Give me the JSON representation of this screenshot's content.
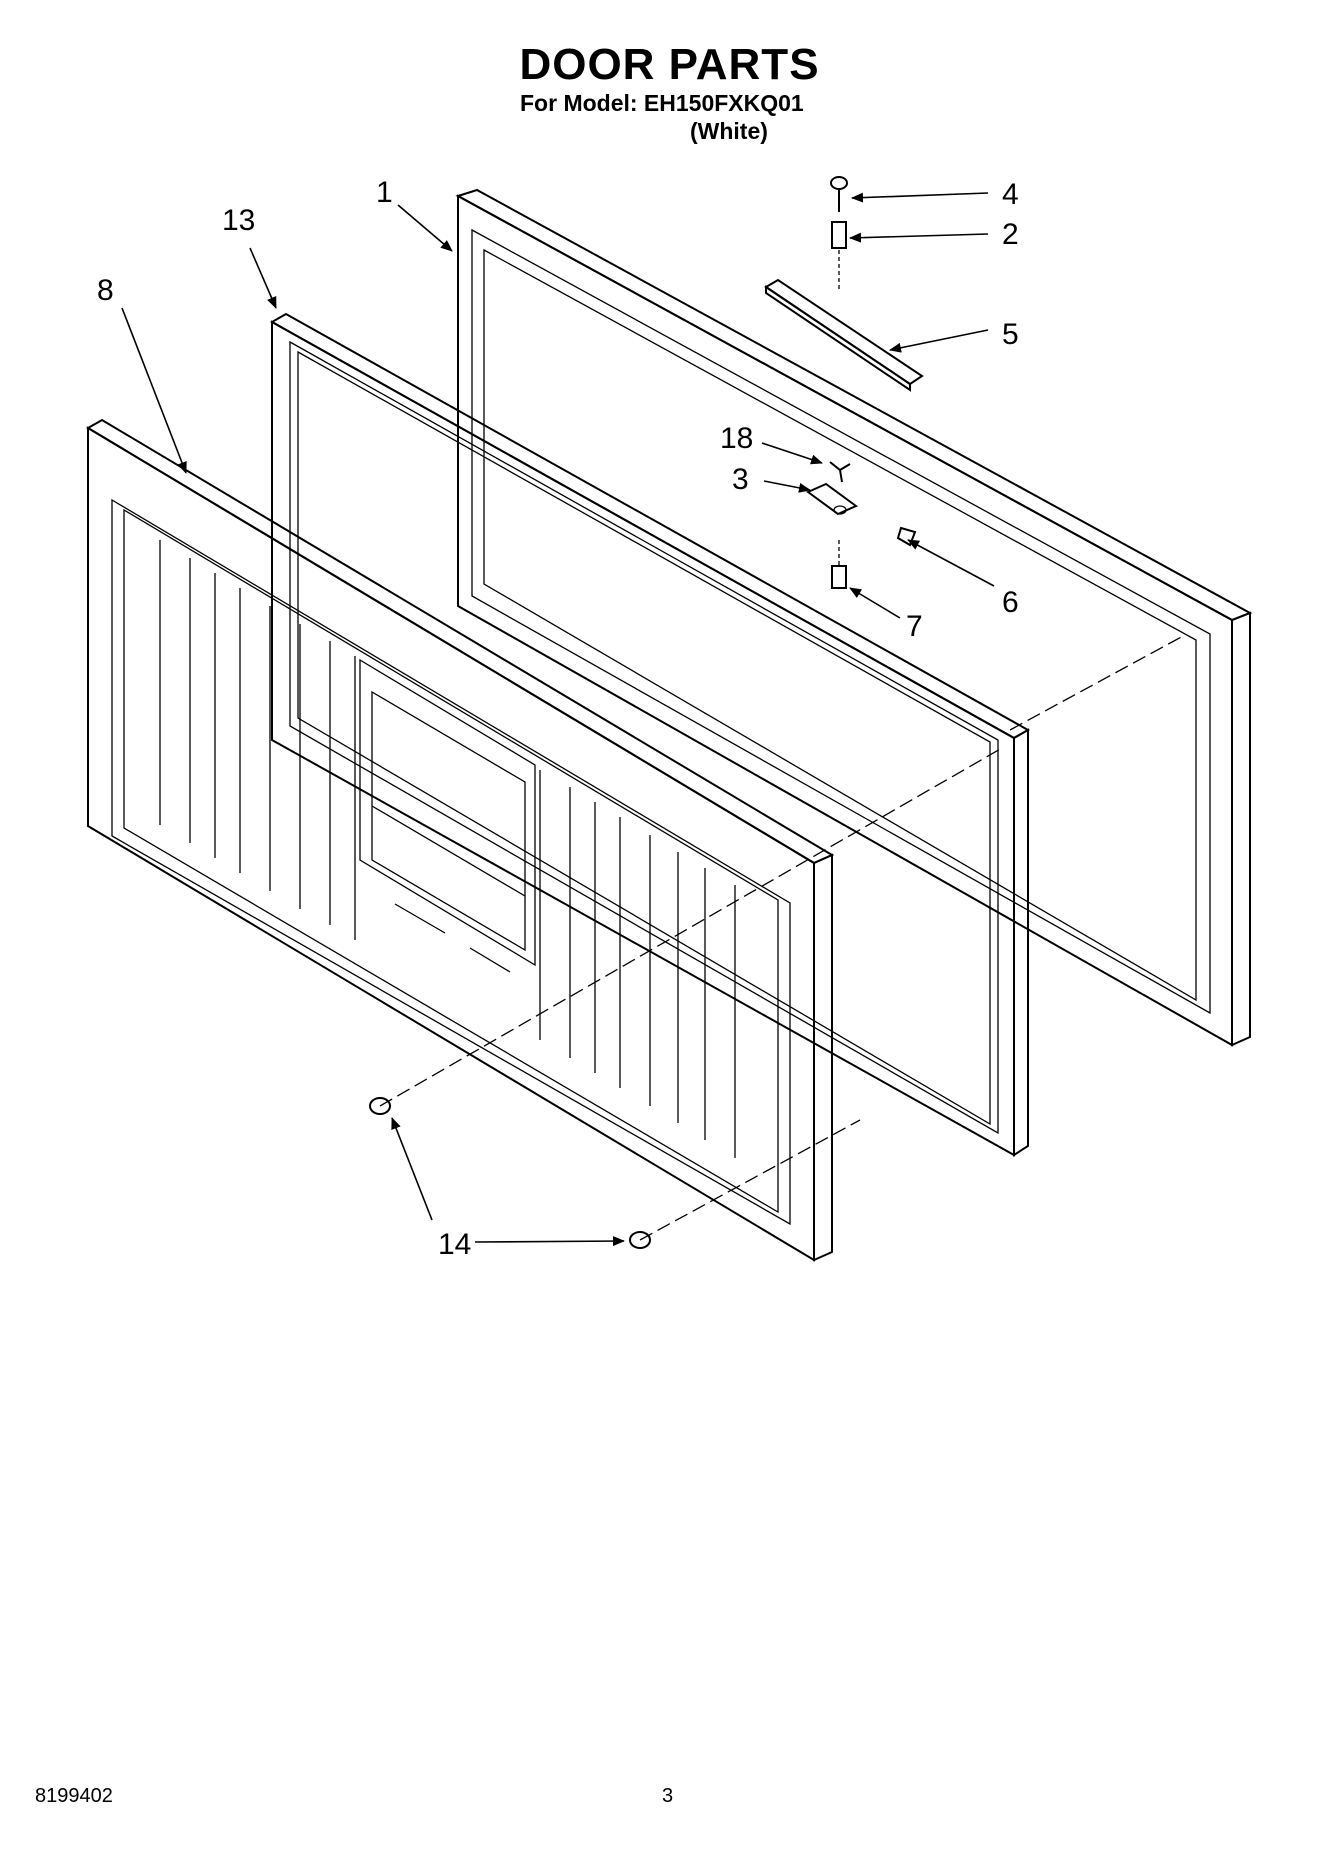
{
  "header": {
    "title": "DOOR PARTS",
    "model_line": "For Model: EH150FXKQ01",
    "color_line": "(White)"
  },
  "callouts": {
    "c1": "1",
    "c2": "2",
    "c3": "3",
    "c4": "4",
    "c5": "5",
    "c6": "6",
    "c7": "7",
    "c8": "8",
    "c13": "13",
    "c14": "14",
    "c18": "18"
  },
  "footer": {
    "doc_number": "8199402",
    "page_number": "3"
  }
}
